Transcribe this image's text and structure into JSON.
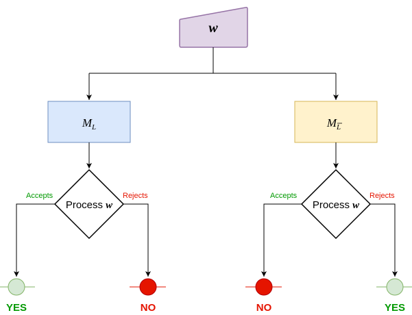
{
  "input": {
    "label": "w"
  },
  "left_machine": {
    "label_main": "M",
    "label_sub": "L",
    "fill": "#dae8fc",
    "stroke": "#6c8ebf"
  },
  "right_machine": {
    "label_main": "M",
    "label_sub": "L",
    "fill": "#fff2cc",
    "stroke": "#d6b656"
  },
  "left_decision": {
    "text": "Process ",
    "var": "w",
    "accept_label": "Accepts",
    "reject_label": "Rejects"
  },
  "right_decision": {
    "text": "Process ",
    "var": "w",
    "accept_label": "Accepts",
    "reject_label": "Rejects"
  },
  "outcomes": {
    "left_yes": "YES",
    "left_no": "NO",
    "right_no": "NO",
    "right_yes": "YES"
  },
  "colors": {
    "input_fill": "#e1d5e7",
    "input_stroke": "#9673a6",
    "accept": "#009900",
    "reject": "#e51400",
    "yes_fill": "#d5e8d4",
    "yes_stroke": "#82b366",
    "no_fill": "#e51400",
    "no_stroke": "#b20000"
  }
}
